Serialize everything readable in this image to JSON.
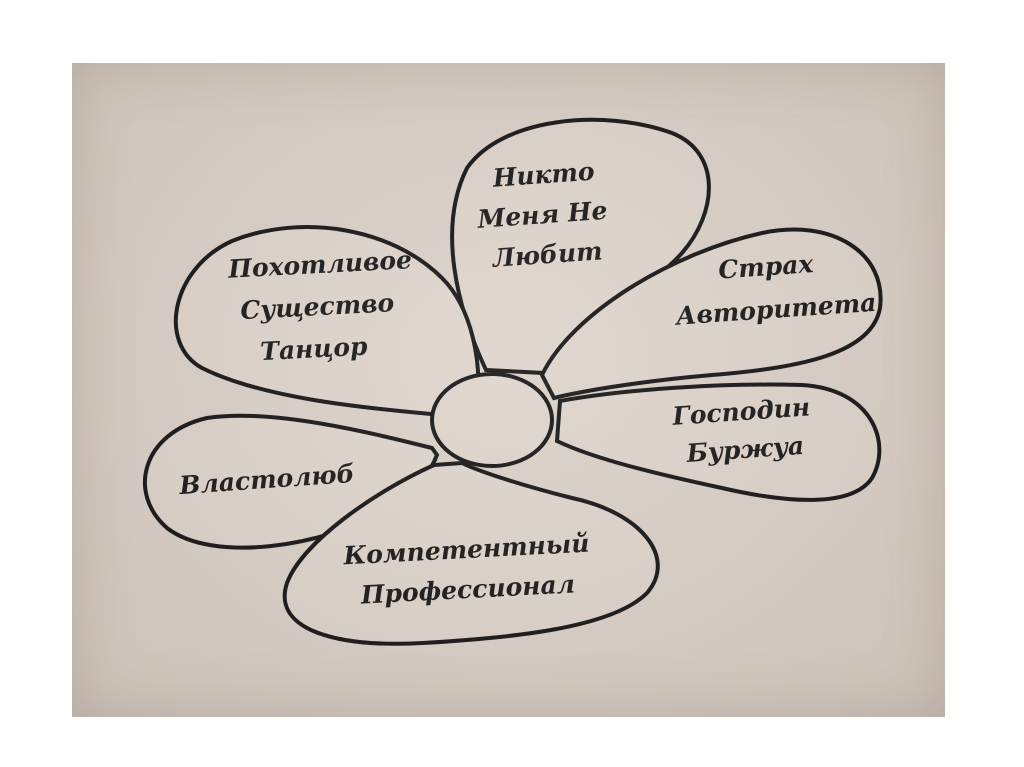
{
  "diagram": {
    "petals": [
      {
        "id": "top",
        "lines": [
          "Никто",
          "Меня Не",
          "Любит"
        ]
      },
      {
        "id": "upper-left",
        "lines": [
          "Похотливое",
          "Существо",
          "Танцор"
        ]
      },
      {
        "id": "upper-right",
        "lines": [
          "Страх",
          "Авторитета"
        ]
      },
      {
        "id": "right",
        "lines": [
          "Господин",
          "Буржуа"
        ]
      },
      {
        "id": "left",
        "lines": [
          "Властолюб"
        ]
      },
      {
        "id": "bottom",
        "lines": [
          "Компетентный",
          "Профессионал"
        ]
      }
    ]
  },
  "colors": {
    "paper": "#d9d0c7",
    "ink": "#111111",
    "background": "#ffffff"
  }
}
